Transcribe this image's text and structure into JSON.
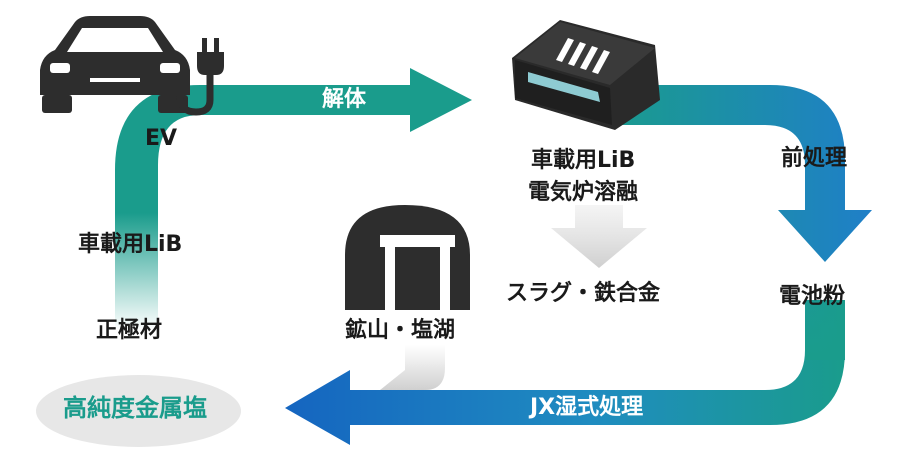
{
  "labels": {
    "dismantle": "解体",
    "ev": "EV",
    "battery_left": "車載用LiB",
    "cathode": "正極材",
    "hp_salt": "高純度金属塩",
    "battery_top": "車載用LiB",
    "furnace": "電気炉溶融",
    "slag": "スラグ・鉄合金",
    "mine": "鉱山・塩湖",
    "pretreat": "前処理",
    "powder": "電池粉",
    "wet": "JX湿式処理"
  },
  "icons": {
    "car": "car-icon",
    "plug": "plug-icon",
    "battery": "battery-pack-icon",
    "mine": "mine-tunnel-icon"
  },
  "colors": {
    "teal": "#1a9c8c",
    "blue": "#1f6fc0",
    "dark": "#1a1a1a",
    "gray": "#d6d6d6"
  }
}
